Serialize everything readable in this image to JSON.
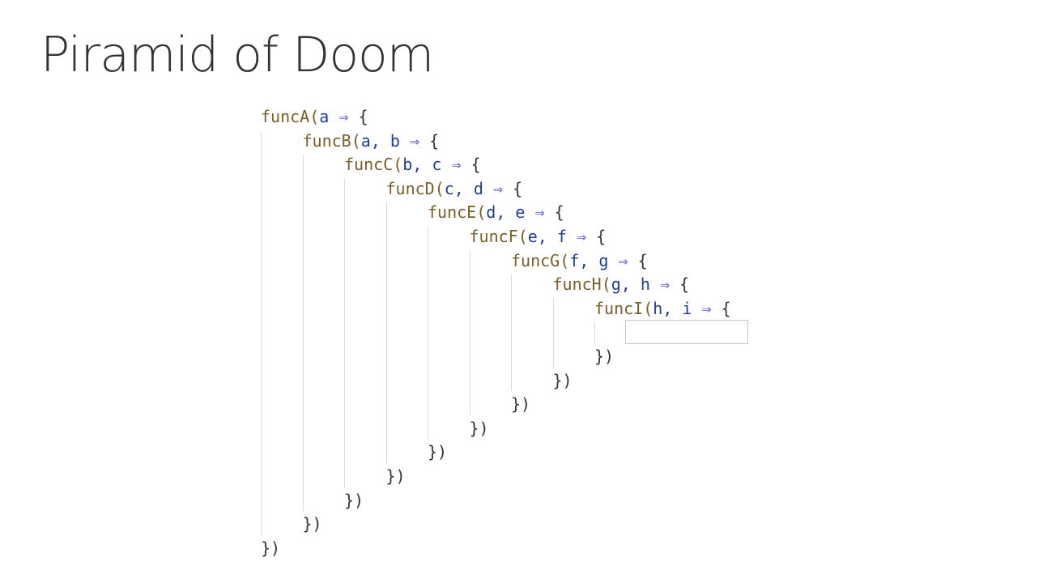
{
  "title": "Piramid of Doom",
  "colors": {
    "function": "#795e26",
    "parameter": "#1d3f9b",
    "arrow": "#5a5ae6",
    "punctuation": "#333333",
    "guide": "#d9d9d9"
  },
  "code": {
    "openers": [
      {
        "fn": "funcA",
        "open": "(",
        "params": "a",
        "arrow": " ⇒ ",
        "brace": "{"
      },
      {
        "fn": "funcB",
        "open": "(",
        "params": "a, b",
        "arrow": " ⇒ ",
        "brace": "{"
      },
      {
        "fn": "funcC",
        "open": "(",
        "params": "b, c",
        "arrow": " ⇒ ",
        "brace": "{"
      },
      {
        "fn": "funcD",
        "open": "(",
        "params": "c, d",
        "arrow": " ⇒ ",
        "brace": "{"
      },
      {
        "fn": "funcE",
        "open": "(",
        "params": "d, e",
        "arrow": " ⇒ ",
        "brace": "{"
      },
      {
        "fn": "funcF",
        "open": "(",
        "params": "e, f",
        "arrow": " ⇒ ",
        "brace": "{"
      },
      {
        "fn": "funcG",
        "open": "(",
        "params": "f, g",
        "arrow": " ⇒ ",
        "brace": "{"
      },
      {
        "fn": "funcH",
        "open": "(",
        "params": "g, h",
        "arrow": " ⇒ ",
        "brace": "{"
      },
      {
        "fn": "funcI",
        "open": "(",
        "params": "h, i",
        "arrow": " ⇒ ",
        "brace": "{"
      }
    ],
    "closer": "})"
  }
}
